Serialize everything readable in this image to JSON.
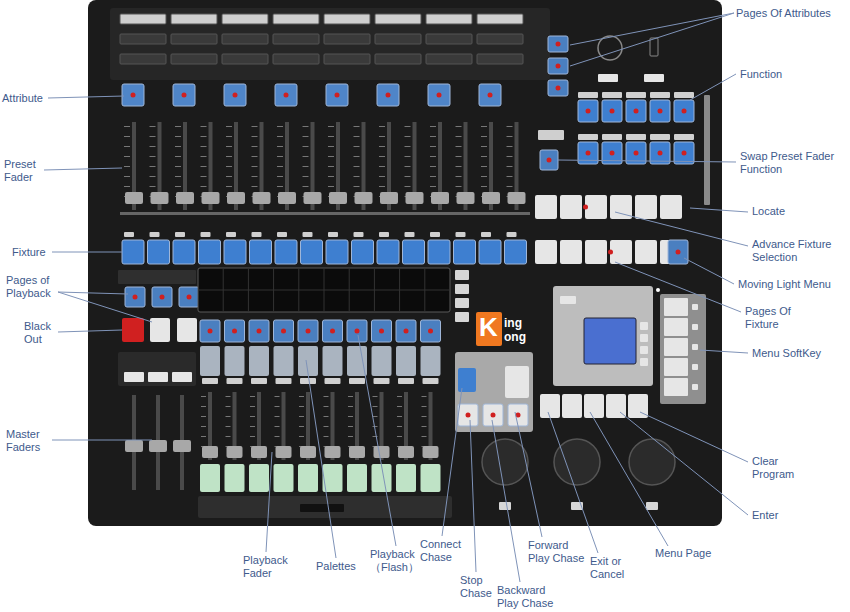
{
  "diagram": {
    "labels": [
      "Pages Of Attributes",
      "Function",
      "Attribute",
      "Preset Fader",
      "Swap Preset Fader Function",
      "Locate",
      "Advance Fixture Selection",
      "Fixture",
      "Moving Light Menu",
      "Pages of Playback",
      "Pages Of Fixture",
      "Black Out",
      "Menu SoftKey",
      "Master Faders",
      "Clear Program",
      "Enter",
      "Playback Fader",
      "Palettes",
      "Playback （Flash）",
      "Connect Chase",
      "Stop Chase",
      "Backward Play Chase",
      "Forward Play Chase",
      "Exit or Cancel",
      "Menu Page",
      "K",
      "ing",
      "ong"
    ]
  }
}
